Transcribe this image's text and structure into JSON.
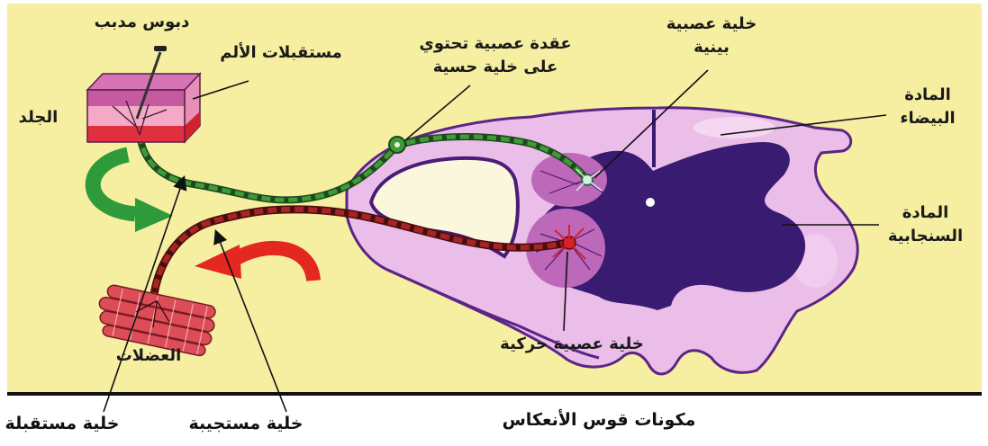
{
  "caption": "مكونات قوس الأنعكاس",
  "labels": {
    "pin": "دبوس مدبب",
    "pain_receptors": "مستقبلات الألم",
    "skin": "الجلد",
    "ganglion": [
      "عقدة عصبية تحتوي",
      "على خلية حسية"
    ],
    "interneuron": [
      "خلية عصبية",
      "بينية"
    ],
    "white_matter": [
      "المادة",
      "البيضاء"
    ],
    "gray_matter": [
      "المادة",
      "السنجابية"
    ],
    "muscles": "العضلات",
    "motor_neuron": "خلية عصبية حركية",
    "receptor_cell": "خلية مستقبلة",
    "effector_cell": "خلية مستجيبة"
  },
  "colors": {
    "background": "#f6efa2",
    "white_matter": "#ebbde9",
    "gray_matter": "#3a1b72",
    "horn_tissue": "#bd68b9",
    "sensory_nerve": "#3f9a3a",
    "motor_nerve": "#a62424",
    "sensory_arrow": "#2f9a3a",
    "motor_arrow": "#e2281f",
    "skin_top": "#d774b6",
    "muscle": "#dc4d58"
  }
}
